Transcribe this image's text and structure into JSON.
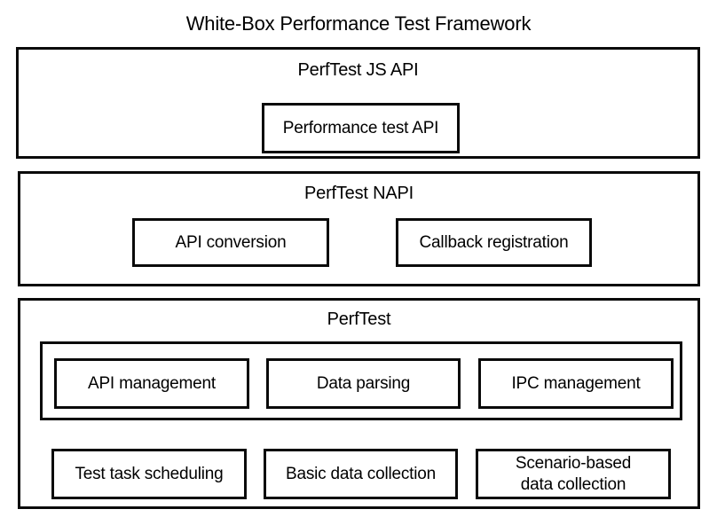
{
  "diagram": {
    "title": "White-Box Performance Test Framework",
    "background_color": "#FFFFFF",
    "stroke_color": "#0A0A0A",
    "text_color": "#000000",
    "type": "layered-architecture-block-diagram",
    "layers": [
      {
        "id": "js-api",
        "heading": "PerfTest JS API",
        "boxes": [
          {
            "id": "performance-test-api",
            "label": "Performance test API"
          }
        ]
      },
      {
        "id": "napi",
        "heading": "PerfTest NAPI",
        "boxes": [
          {
            "id": "api-conversion",
            "label": "API conversion"
          },
          {
            "id": "callback-registration",
            "label": "Callback registration"
          }
        ]
      },
      {
        "id": "perftest",
        "heading": "PerfTest",
        "groups": [
          {
            "id": "core-modules",
            "boxes": [
              {
                "id": "api-management",
                "label": "API management"
              },
              {
                "id": "data-parsing",
                "label": "Data parsing"
              },
              {
                "id": "ipc-management",
                "label": "IPC management"
              }
            ]
          }
        ],
        "boxes": [
          {
            "id": "test-task-scheduling",
            "label": "Test task scheduling"
          },
          {
            "id": "basic-data-collection",
            "label": "Basic data collection"
          },
          {
            "id": "scenario-based-data-collection",
            "label": "Scenario-based\ndata collection"
          }
        ]
      }
    ]
  }
}
